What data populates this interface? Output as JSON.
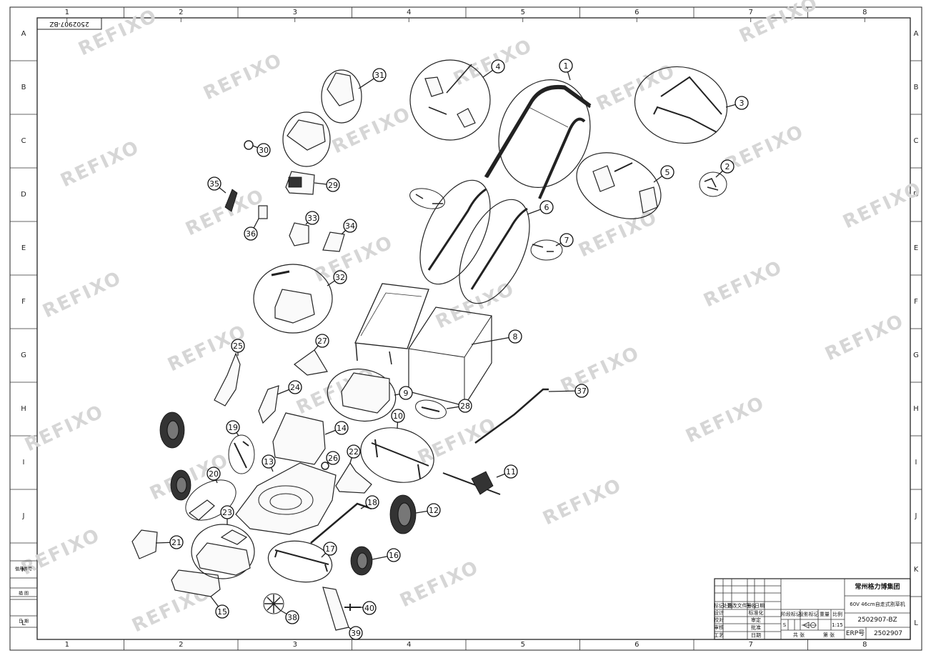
{
  "drawing": {
    "grid_columns": [
      "1",
      "2",
      "3",
      "4",
      "5",
      "6",
      "7",
      "8"
    ],
    "grid_rows": [
      "A",
      "B",
      "C",
      "D",
      "E",
      "F",
      "G",
      "H",
      "I",
      "J",
      "K",
      "L"
    ],
    "corner_code": "2502907-BZ",
    "watermark": "REFIXO"
  },
  "parts": [
    "1",
    "2",
    "3",
    "4",
    "5",
    "6",
    "7",
    "8",
    "9",
    "10",
    "11",
    "12",
    "13",
    "14",
    "15",
    "16",
    "17",
    "18",
    "19",
    "20",
    "21",
    "22",
    "23",
    "24",
    "25",
    "26",
    "27",
    "28",
    "29",
    "30",
    "31",
    "32",
    "33",
    "34",
    "35",
    "36",
    "37",
    "38",
    "39",
    "40"
  ],
  "title_block": {
    "company": "常州格力博集团",
    "product": "60V 46cm自走式割草机",
    "drawing_no": "2502907-BZ",
    "erp_label": "ERP号",
    "erp_no": "2502907",
    "scale_label": "比例",
    "scale": "1:15",
    "weight_label": "重量",
    "stage_label": "阶段标记",
    "s_mark": "S",
    "sheet_total": "共 张",
    "sheet_no": "第 张",
    "revision_headers": [
      "标记",
      "处数",
      "更改文件号",
      "签名",
      "日期"
    ],
    "sign_rows": [
      {
        "role": "设计",
        "role2": "标准化"
      },
      {
        "role": "校对",
        "role2": "审定"
      },
      {
        "role": "审核",
        "role2": "批准"
      },
      {
        "role": "工艺",
        "role2": "日期"
      }
    ],
    "projection_label": "投影标记"
  },
  "side_stamps": [
    "借用件号",
    "描 图",
    "日 期"
  ]
}
